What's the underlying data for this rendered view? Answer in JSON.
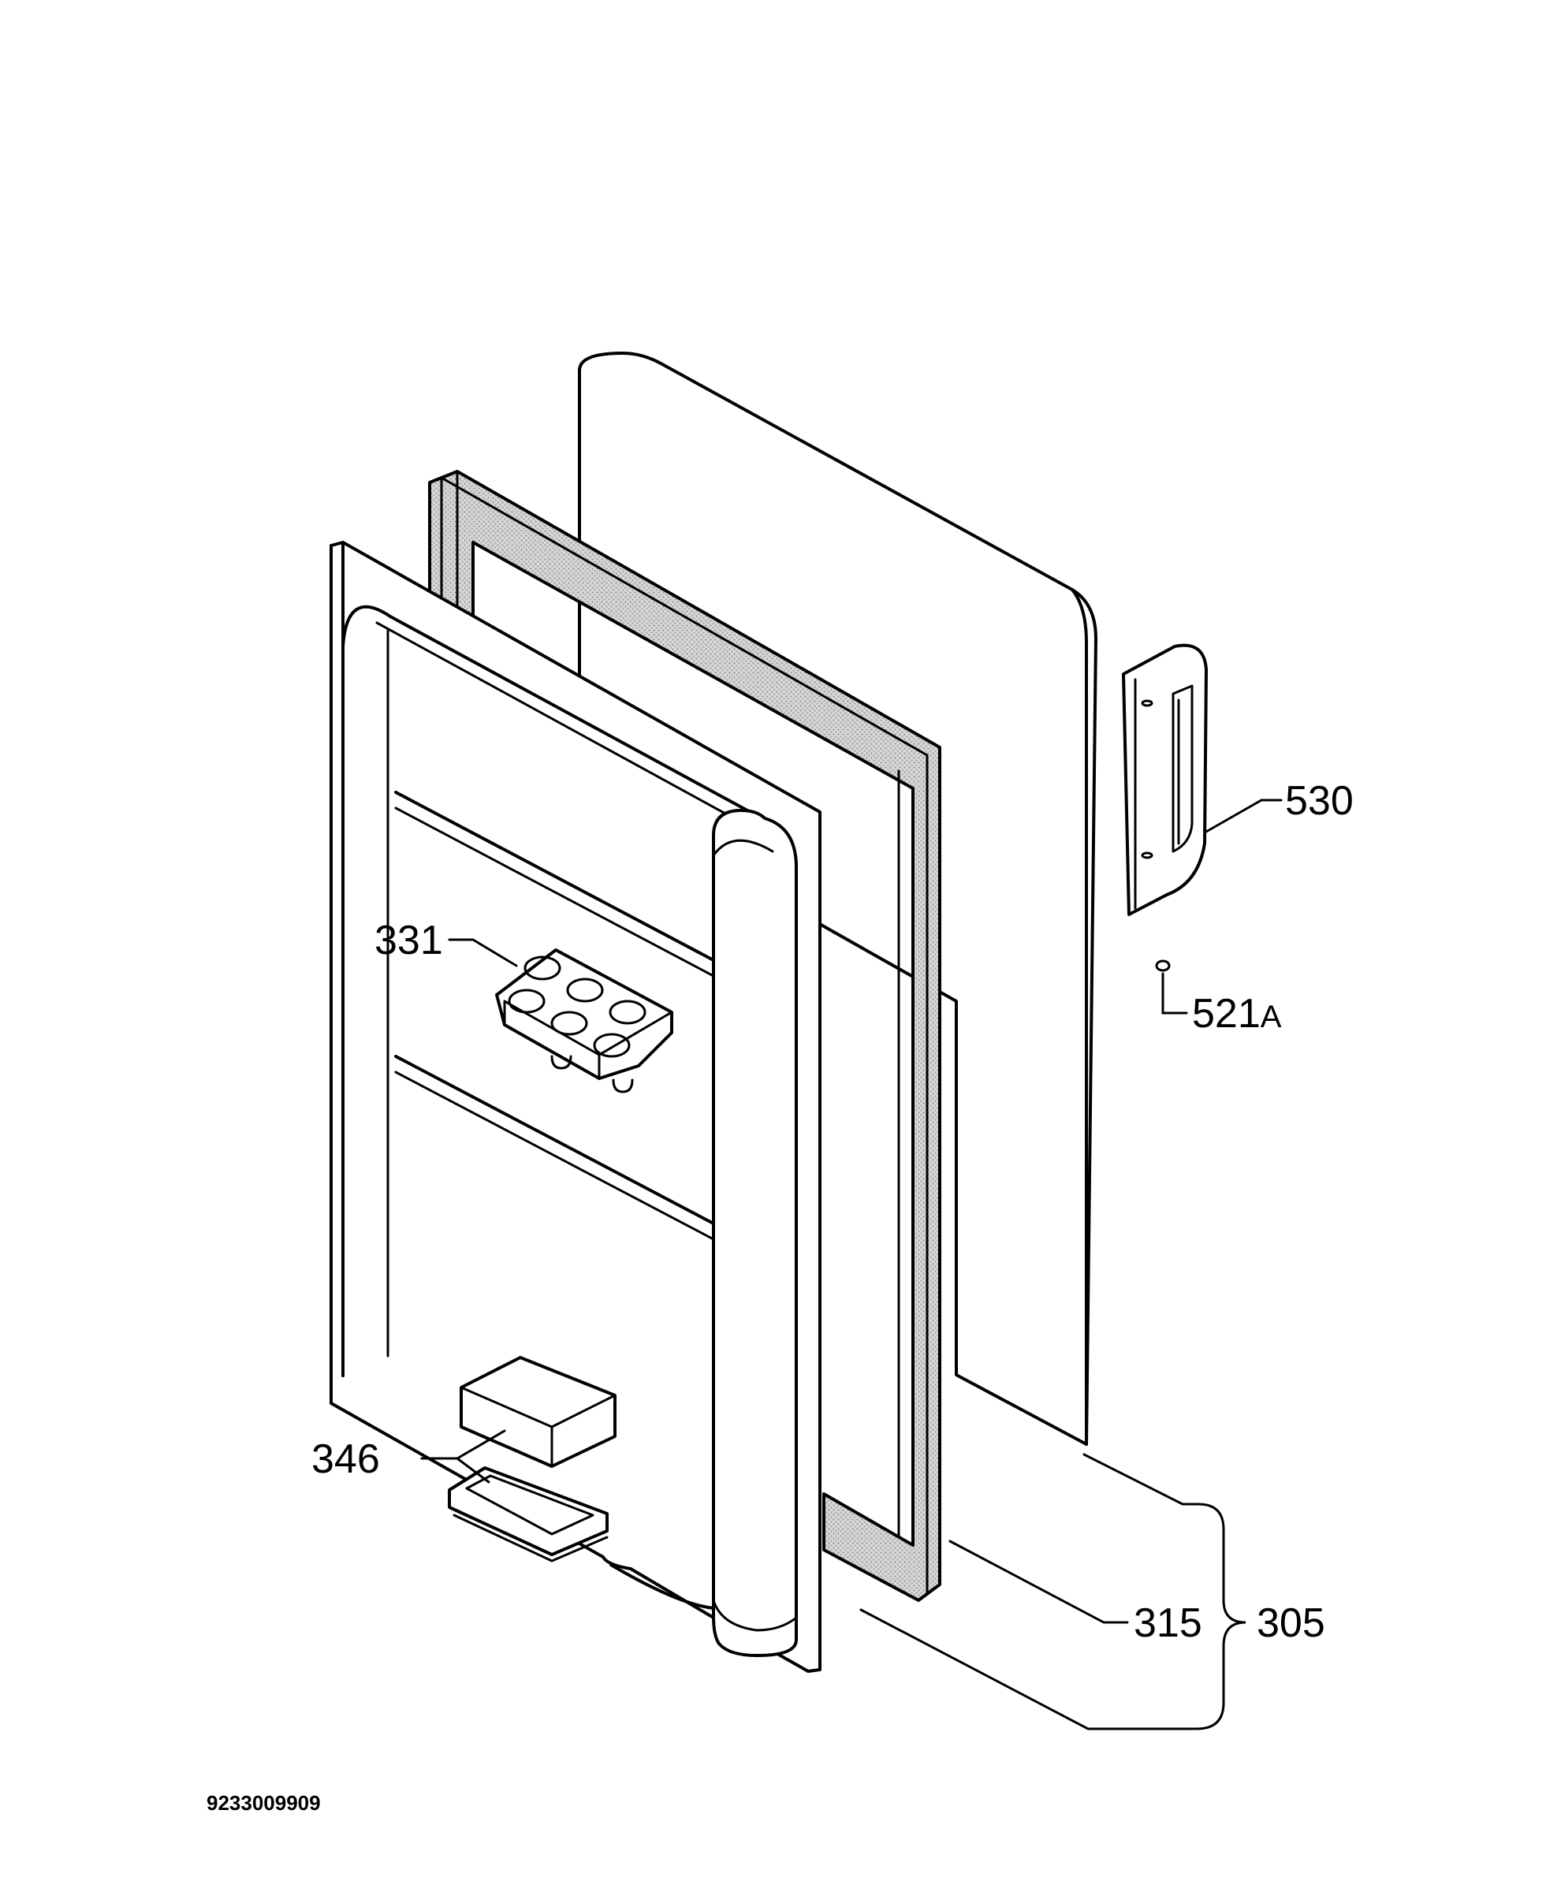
{
  "diagram": {
    "document_number": "9233009909",
    "part_labels": [
      {
        "id": "530",
        "text": "530"
      },
      {
        "id": "521",
        "text": "521",
        "suffix": "A"
      },
      {
        "id": "331",
        "text": "331"
      },
      {
        "id": "346",
        "text": "346"
      },
      {
        "id": "315",
        "text": "315"
      },
      {
        "id": "305",
        "text": "305"
      }
    ],
    "colors": {
      "line": "#000000",
      "background": "#ffffff",
      "gasket_fill": "#cfcfcf"
    }
  }
}
